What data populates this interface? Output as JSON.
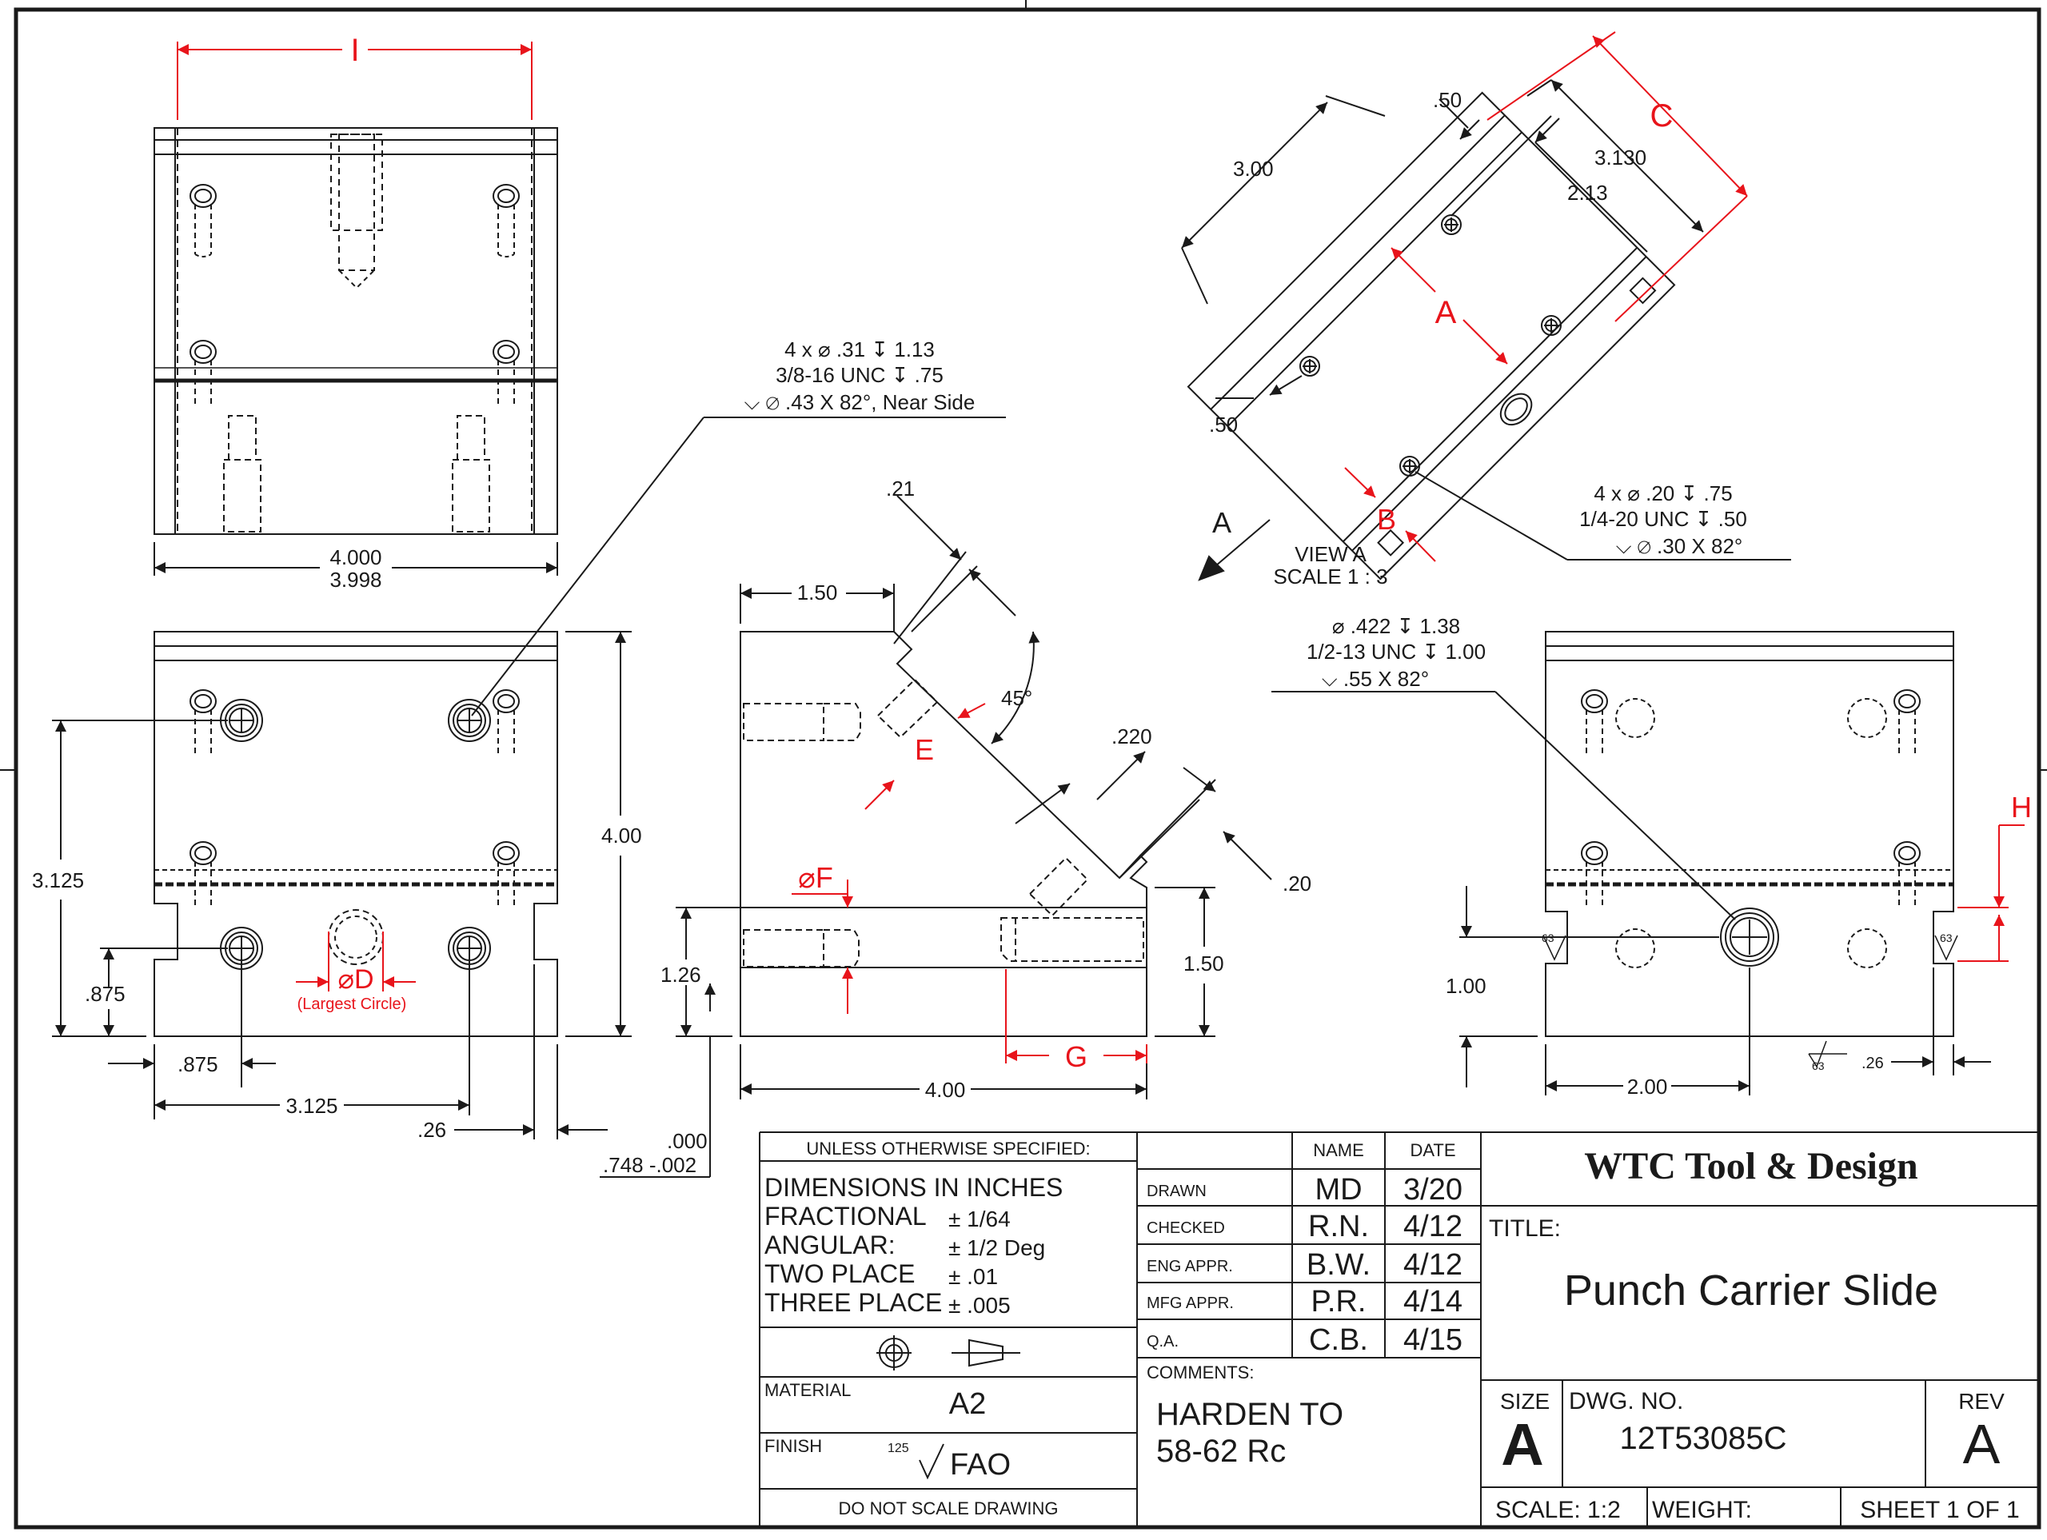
{
  "callouts": {
    "top_hole": [
      "4 x ⌀ .31 ↧ 1.13",
      "3/8-16 UNC ↧ .75",
      "⌵ ⌀ .43 X 82°, Near Side"
    ],
    "view_a_hole": [
      "4 x ⌀ .20 ↧ .75",
      "1/4-20 UNC ↧ .50",
      "⌵ ⌀ .30 X 82°"
    ],
    "right_hole": [
      "⌀ .422 ↧ 1.38",
      "1/2-13 UNC ↧ 1.00",
      "⌵ .55 X 82°"
    ]
  },
  "dimensions": {
    "top_I": "I",
    "top_width_max": "4.000",
    "top_width_min": "3.998",
    "front_height": "4.00",
    "front_3125_v": "3.125",
    "front_875_v": ".875",
    "front_875_h": ".875",
    "front_3125_h": "3.125",
    "front_26": ".26",
    "front_748_top": ".000",
    "front_748_bot": ".748 -.002",
    "front_D": "⌀D",
    "front_D_note": "(Largest Circle)",
    "side_150_top": "1.50",
    "side_021": ".21",
    "side_45": "45°",
    "side_E": "E",
    "side_220": ".220",
    "side_020": ".20",
    "side_F": "⌀F",
    "side_126": "1.26",
    "side_150_right": "1.50",
    "side_G": "G",
    "side_400": "4.00",
    "va_300": "3.00",
    "va_050_top": ".50",
    "va_3130": "3.130",
    "va_213": "2.13",
    "va_C": "C",
    "va_A": "A",
    "va_050_left": ".50",
    "va_B": "B",
    "view_arrow": "A",
    "view_label": "VIEW A",
    "view_scale": "SCALE 1 : 3",
    "right_H": "H",
    "right_100": "1.00",
    "right_200": "2.00",
    "right_026": ".26",
    "finish_63": "63"
  },
  "title_block": {
    "unless": "UNLESS OTHERWISE SPECIFIED:",
    "tol_lines": [
      "DIMENSIONS IN INCHES",
      "FRACTIONAL",
      "ANGULAR:",
      "TWO PLACE",
      "THREE PLACE"
    ],
    "tol_values": [
      "± 1/64",
      "± 1/2 Deg",
      "± .01",
      "± .005"
    ],
    "name_hdr": "NAME",
    "date_hdr": "DATE",
    "rows": [
      {
        "role": "DRAWN",
        "name": "MD",
        "date": "3/20"
      },
      {
        "role": "CHECKED",
        "name": "R.N.",
        "date": "4/12"
      },
      {
        "role": "ENG APPR.",
        "name": "B.W.",
        "date": "4/12"
      },
      {
        "role": "MFG APPR.",
        "name": "P.R.",
        "date": "4/14"
      },
      {
        "role": "Q.A.",
        "name": "C.B.",
        "date": "4/15"
      }
    ],
    "material_label": "MATERIAL",
    "material": "A2",
    "finish_label": "FINISH",
    "finish_sym": "125",
    "finish": "FAO",
    "no_scale": "DO NOT SCALE DRAWING",
    "comments_label": "COMMENTS:",
    "comments": [
      "HARDEN TO",
      "58-62 Rc"
    ],
    "company": "WTC Tool & Design",
    "title_label": "TITLE:",
    "title": "Punch Carrier Slide",
    "size_label": "SIZE",
    "size": "A",
    "dwg_label": "DWG.  NO.",
    "dwg": "12T53085C",
    "rev_label": "REV",
    "rev": "A",
    "scale": "SCALE: 1:2",
    "weight": "WEIGHT:",
    "sheet": "SHEET 1 OF 1"
  },
  "colors": {
    "ink": "#1a1a1a",
    "red": "#e8141b"
  }
}
